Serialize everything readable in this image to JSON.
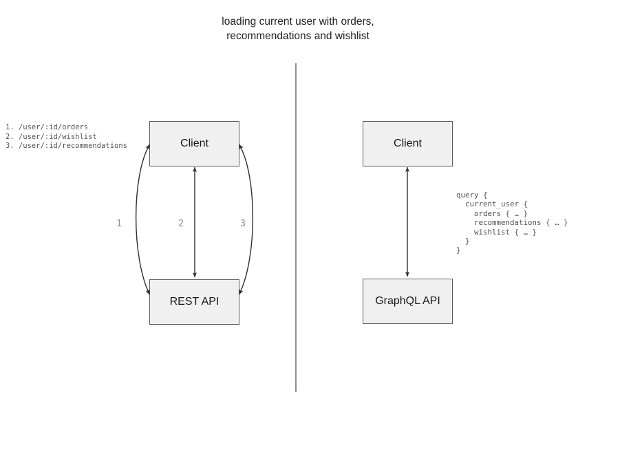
{
  "title": {
    "line1": "loading current user with orders,",
    "line2": "recommendations and wishlist"
  },
  "colors": {
    "box_fill": "#f0f0f0",
    "box_border": "#5c5c5c",
    "arrow": "#2e2e2e",
    "divider": "#8c8c8c",
    "code_text": "#525252",
    "number_label": "#8a8a8a",
    "title_text": "#1f1f1f",
    "label_text": "#161616"
  },
  "rest_panel": {
    "endpoints": [
      "1. /user/:id/orders",
      "2. /user/:id/wishlist",
      "3. /user/:id/recommendations"
    ],
    "client_label": "Client",
    "api_label": "REST API",
    "arrow_labels": [
      "1",
      "2",
      "3"
    ]
  },
  "graphql_panel": {
    "client_label": "Client",
    "api_label": "GraphQL API",
    "query_lines": [
      "query {",
      "  current_user {",
      "    orders { … }",
      "    recommendations { … }",
      "    wishlist { … }",
      "  }",
      "}"
    ]
  }
}
